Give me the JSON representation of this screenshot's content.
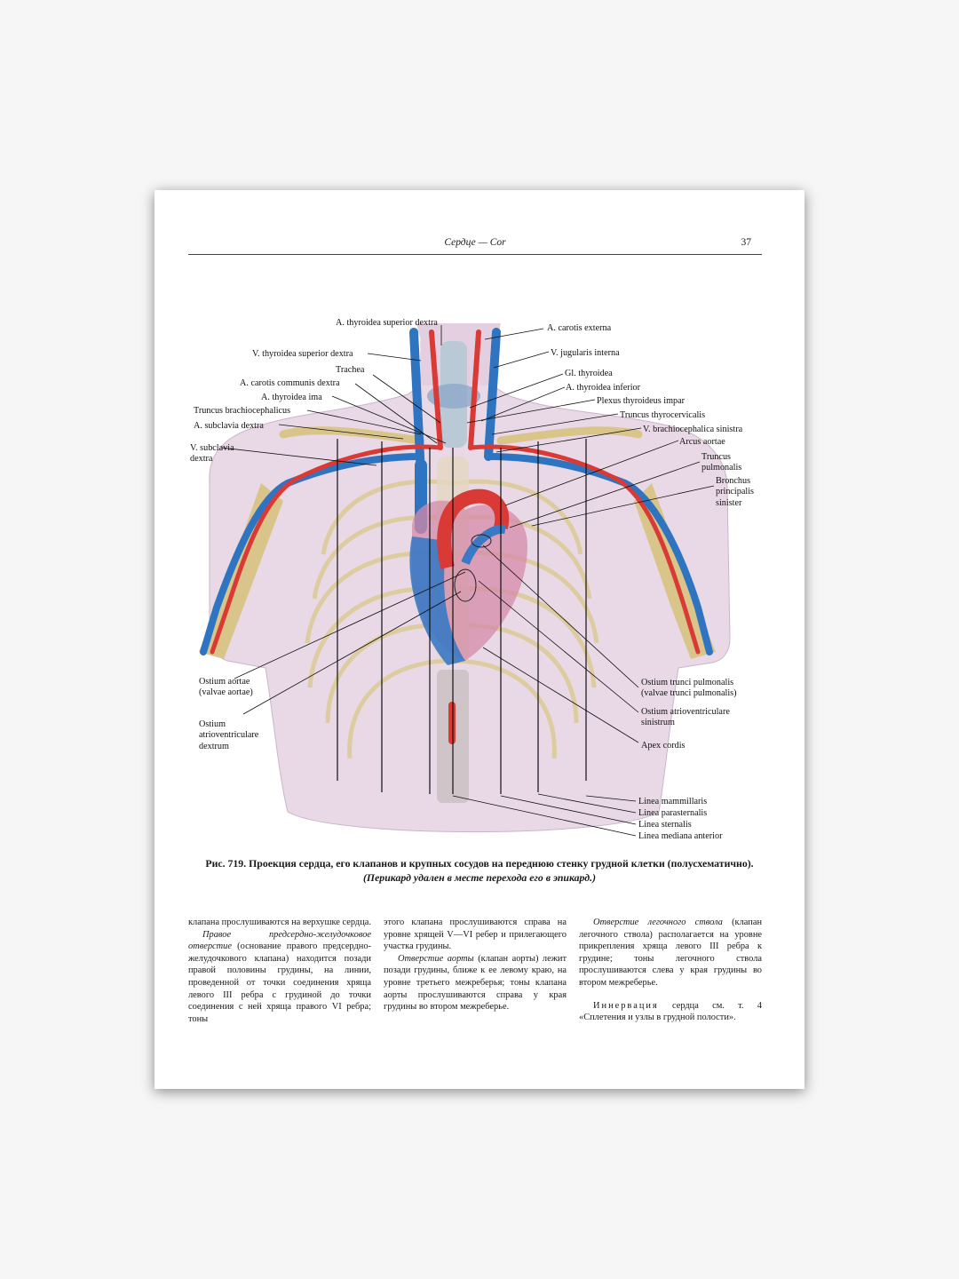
{
  "header": {
    "title": "Сердце — Cor",
    "page_number": "37"
  },
  "labels": {
    "thyroidea_sup_a": "A. thyroidea superior dextra",
    "carotis_externa": "A. carotis externa",
    "thyroidea_sup_v": "V. thyroidea superior dextra",
    "jugularis_interna": "V. jugularis interna",
    "trachea": "Trachea",
    "gl_thyroidea": "Gl. thyroidea",
    "carotis_communis": "A. carotis communis dextra",
    "thyroidea_inferior": "A. thyroidea inferior",
    "thyroidea_ima": "A. thyroidea ima",
    "plexus_thyroideus": "Plexus thyroideus impar",
    "truncus_brachio": "Truncus brachiocephalicus",
    "truncus_thyrocerv": "Truncus thyrocervicalis",
    "subclavia_a": "A. subclavia dextra",
    "brachio_sinistra": "V. brachiocephalica sinistra",
    "subclavia_v_1": "V. subclavia",
    "subclavia_v_2": "dextra",
    "arcus_aortae": "Arcus aortae",
    "truncus_pulm_1": "Truncus",
    "truncus_pulm_2": "pulmonalis",
    "bronchus_1": "Bronchus",
    "bronchus_2": "principalis",
    "bronchus_3": "sinister",
    "ostium_aortae_1": "Ostium aortae",
    "ostium_aortae_2": "(valvae aortae)",
    "ostium_pulm_1": "Ostium trunci pulmonalis",
    "ostium_pulm_2": "(valvae trunci pulmonalis)",
    "ostium_av_sin_1": "Ostium atrioventriculare",
    "ostium_av_sin_2": "sinistrum",
    "ostium_av_dex_1": "Ostium",
    "ostium_av_dex_2": "atrioventriculare",
    "ostium_av_dex_3": "dextrum",
    "apex": "Apex cordis",
    "linea_mamm": "Linea mammillaris",
    "linea_paraster": "Linea parasternalis",
    "linea_sternalis": "Linea sternalis",
    "linea_mediana": "Linea mediana anterior"
  },
  "caption": {
    "main": "Рис. 719. Проекция сердца, его клапанов и крупных сосудов на переднюю стенку грудной клетки (полусхематично).",
    "sub": "(Перикард удален в месте перехода его в эпикард.)"
  },
  "columns": {
    "col1": {
      "p1": "клапана прослушиваются на верхушке сердца.",
      "p2_em": "Правое предсердно-желудочковое отверстие",
      "p2_rest": " (основание правого предсердно-желудочкового клапана) находится позади правой половины грудины, на линии, проведенной от точки соединения хряща левого III ребра с грудиной до точки соединения с ней хряща правого VI ребра; тоны"
    },
    "col2": {
      "p1": "этого клапана прослушиваются справа на уровне хрящей V—VI ребер и прилегающего участка грудины.",
      "p2_em": "Отверстие аорты",
      "p2_rest": " (клапан аорты) лежит позади грудины, ближе к ее левому краю, на уровне третьего межреберья; тоны клапана аорты прослушиваются справа у края грудины во втором межреберье."
    },
    "col3": {
      "p1_em": "Отверстие легочного ствола",
      "p1_rest": " (клапан легочного ствола) располагается на уровне прикрепления хряща левого III ребра к грудине; тоны легочного ствола прослушиваются слева у края грудины во втором межреберье.",
      "p2_spaced": "Иннервация",
      "p2_rest": " сердца см. т. 4 «Сплетения и узлы в грудной полости»."
    }
  }
}
